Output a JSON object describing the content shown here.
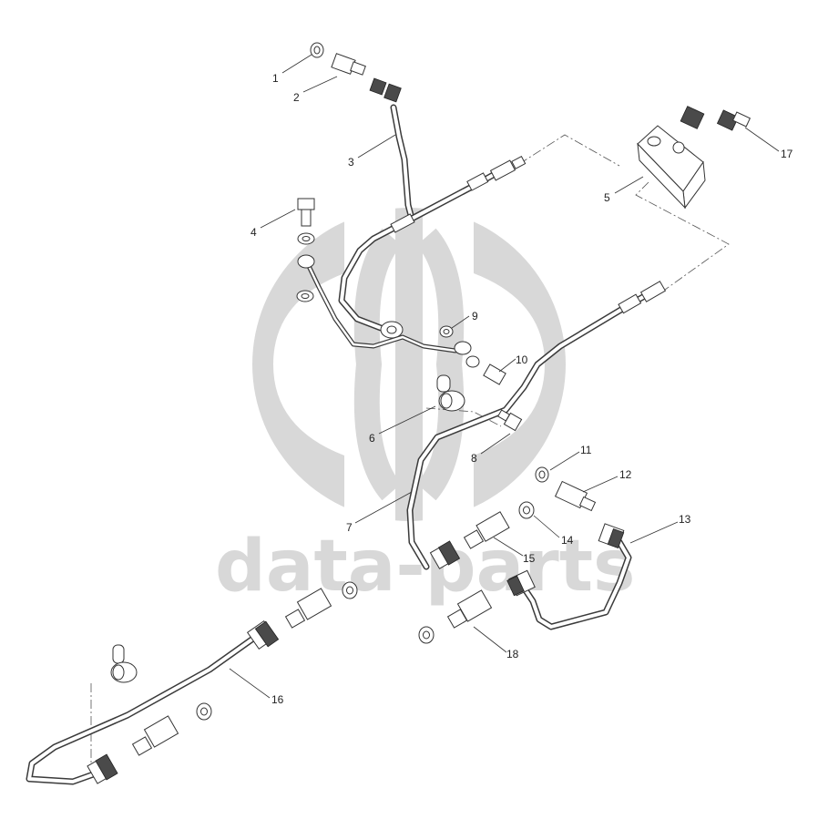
{
  "watermark": {
    "text": "data-parts",
    "color": "#d8d8d8"
  },
  "callouts": [
    {
      "id": "1",
      "label": "1"
    },
    {
      "id": "2",
      "label": "2"
    },
    {
      "id": "3",
      "label": "3"
    },
    {
      "id": "4",
      "label": "4"
    },
    {
      "id": "5",
      "label": "5"
    },
    {
      "id": "6",
      "label": "6"
    },
    {
      "id": "7",
      "label": "7"
    },
    {
      "id": "8",
      "label": "8"
    },
    {
      "id": "9",
      "label": "9"
    },
    {
      "id": "10",
      "label": "10"
    },
    {
      "id": "11",
      "label": "11"
    },
    {
      "id": "12",
      "label": "12"
    },
    {
      "id": "13",
      "label": "13"
    },
    {
      "id": "14",
      "label": "14"
    },
    {
      "id": "15",
      "label": "15"
    },
    {
      "id": "16",
      "label": "16"
    },
    {
      "id": "17",
      "label": "17"
    },
    {
      "id": "18",
      "label": "18"
    }
  ]
}
